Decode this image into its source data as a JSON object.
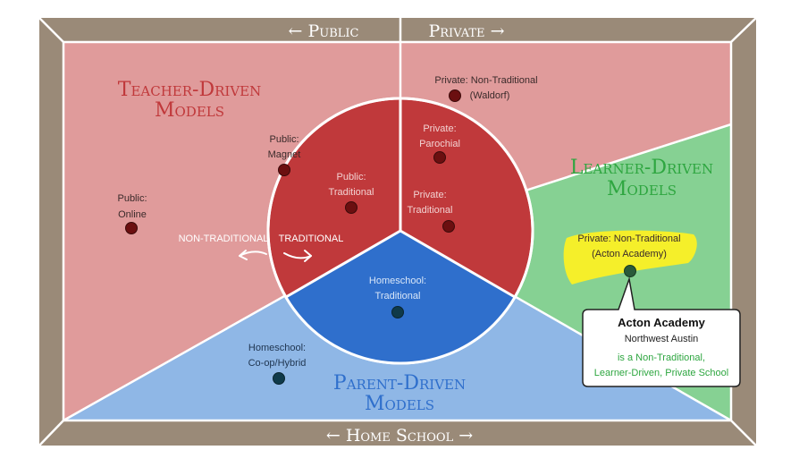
{
  "axes": {
    "top_left": "Public",
    "top_right": "Private",
    "bottom": "Home School",
    "arrow_left": "←",
    "arrow_right": "→"
  },
  "regions": {
    "teacher_driven": [
      "Teacher-Driven",
      "Models"
    ],
    "learner_driven": [
      "Learner-Driven",
      "Models"
    ],
    "parent_driven": [
      "Parent-Driven",
      "Models"
    ]
  },
  "inner": {
    "non_traditional": "NON-TRADITIONAL",
    "traditional": "TRADITIONAL"
  },
  "points": {
    "public_online": [
      "Public:",
      "Online"
    ],
    "public_magnet": [
      "Public:",
      "Magnet"
    ],
    "public_traditional": [
      "Public:",
      "Traditional"
    ],
    "private_waldorf": [
      "Private:  Non-Traditional",
      "(Waldorf)"
    ],
    "private_parochial": [
      "Private:",
      "Parochial"
    ],
    "private_traditional": [
      "Private:",
      "Traditional"
    ],
    "private_acton": [
      "Private: Non-Traditional",
      "(Acton Academy)"
    ],
    "homeschool_traditional": [
      "Homeschool:",
      "Traditional"
    ],
    "homeschool_coop": [
      "Homeschool:",
      "Co-op/Hybrid"
    ]
  },
  "callout": {
    "title": "Acton Academy",
    "subtitle": "Northwest Austin",
    "note": [
      "is a Non-Traditional,",
      "Learner-Driven, Private School"
    ]
  },
  "colors": {
    "frame": "#9a8a78",
    "teacher": "#e09b9b",
    "learner": "#86d193",
    "parent": "#8fb7e6",
    "circle_red": "#c0393b",
    "circle_blue": "#2f6fcc",
    "dot_red": "#6b0f10",
    "dot_blue": "#0f3a4a",
    "highlight": "#f5ef2a",
    "teacher_text": "#c0393b",
    "learner_text": "#2ea640",
    "parent_text": "#2f6fcc"
  }
}
